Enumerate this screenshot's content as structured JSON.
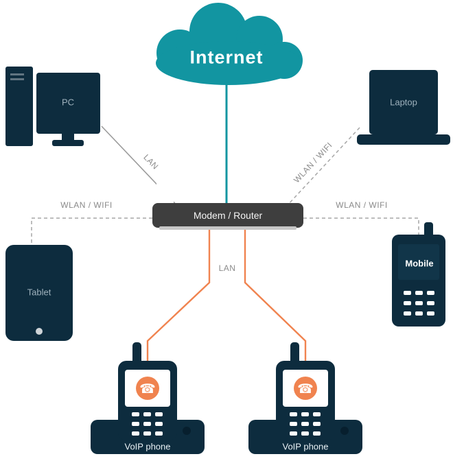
{
  "nodes": {
    "internet": {
      "label": "Internet"
    },
    "pc": {
      "label": "PC"
    },
    "laptop": {
      "label": "Laptop"
    },
    "tablet": {
      "label": "Tablet"
    },
    "mobile": {
      "label": "Mobile"
    },
    "modem": {
      "label": "Modem / Router"
    },
    "voip_left": {
      "label": "VoIP phone"
    },
    "voip_right": {
      "label": "VoIP phone"
    }
  },
  "connections": {
    "pc_lan": {
      "label": "LAN"
    },
    "laptop_wlan": {
      "label": "WLAN / WIFI"
    },
    "tablet_wlan": {
      "label": "WLAN / WIFI"
    },
    "mobile_wlan": {
      "label": "WLAN / WIFI"
    },
    "voip_lan": {
      "label": "LAN"
    }
  },
  "icons": {
    "call": "☎"
  },
  "colors": {
    "cloud_teal": "#1295a1",
    "device_navy": "#0d2c3e",
    "modem_gray": "#3e3e3e",
    "line_orange": "#f0834f",
    "line_gray": "#9b9b9b",
    "label_gray": "#8a8a8a"
  }
}
